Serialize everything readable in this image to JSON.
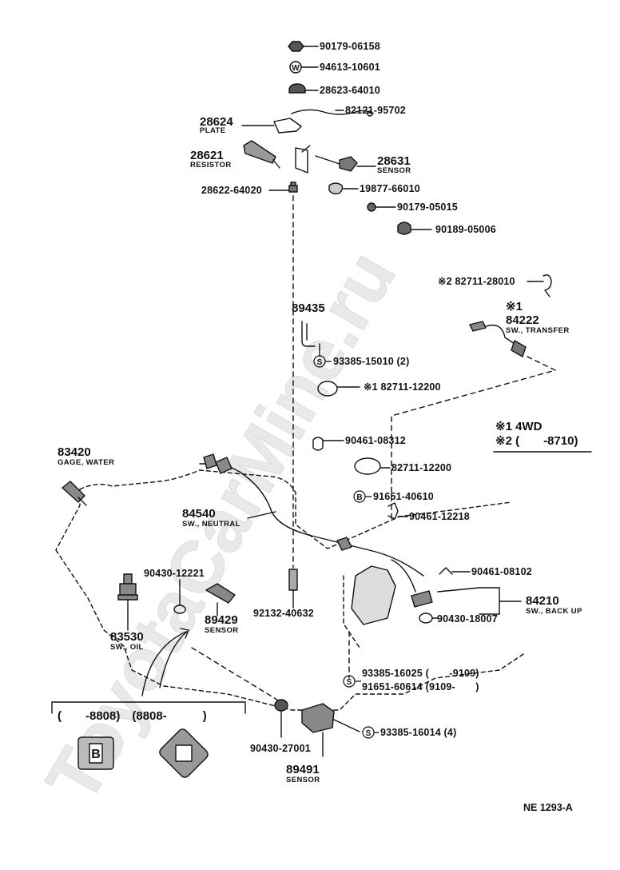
{
  "parts": [
    {
      "number": "90179-06158"
    },
    {
      "number": "94613-10601"
    },
    {
      "number": "28623-64010"
    },
    {
      "number": "82121-95702"
    },
    {
      "number": "28624",
      "desc": "PLATE"
    },
    {
      "number": "28621",
      "desc": "RESISTOR"
    },
    {
      "number": "28631",
      "desc": "SENSOR"
    },
    {
      "number": "28622-64020"
    },
    {
      "number": "19877-66010"
    },
    {
      "number": "90179-05015"
    },
    {
      "number": "90189-05006"
    },
    {
      "number": "82711-28010",
      "mark": "※2"
    },
    {
      "number": "84222",
      "mark": "※1",
      "desc": "SW., TRANSFER"
    },
    {
      "number": "89435"
    },
    {
      "number": "93385-15010 (2)"
    },
    {
      "number": "82711-12200",
      "mark": "※1"
    },
    {
      "number": "90461-08312"
    },
    {
      "number": "82711-12200"
    },
    {
      "number": "91651-40610"
    },
    {
      "number": "90461-12218"
    },
    {
      "number": "83420",
      "desc": "GAGE, WATER"
    },
    {
      "number": "84540",
      "desc": "SW., NEUTRAL"
    },
    {
      "number": "90430-12221"
    },
    {
      "number": "89429",
      "desc": "SENSOR"
    },
    {
      "number": "83530",
      "desc": "SW., OIL"
    },
    {
      "number": "92132-40632"
    },
    {
      "number": "90461-08102"
    },
    {
      "number": "84210",
      "desc": "SW., BACK UP"
    },
    {
      "number": "90430-18007"
    },
    {
      "number": "93385-16025",
      "range": "(　　-9109)"
    },
    {
      "number": "91651-60614",
      "range": "(9109-　　)"
    },
    {
      "number": "93385-16014 (4)"
    },
    {
      "number": "90430-27001"
    },
    {
      "number": "89491",
      "desc": "SENSOR"
    }
  ],
  "legend": {
    "note1": "※1 4WD",
    "note2": "※2 (　　-8710)"
  },
  "variants": {
    "label": "(　　-8808)　(8808-　　　)"
  },
  "symbols": {
    "w_mark": "W",
    "s_mark": "S",
    "b_mark": "B"
  },
  "code": "NE 1293-A",
  "watermark": "ToyotaCarMine.ru"
}
